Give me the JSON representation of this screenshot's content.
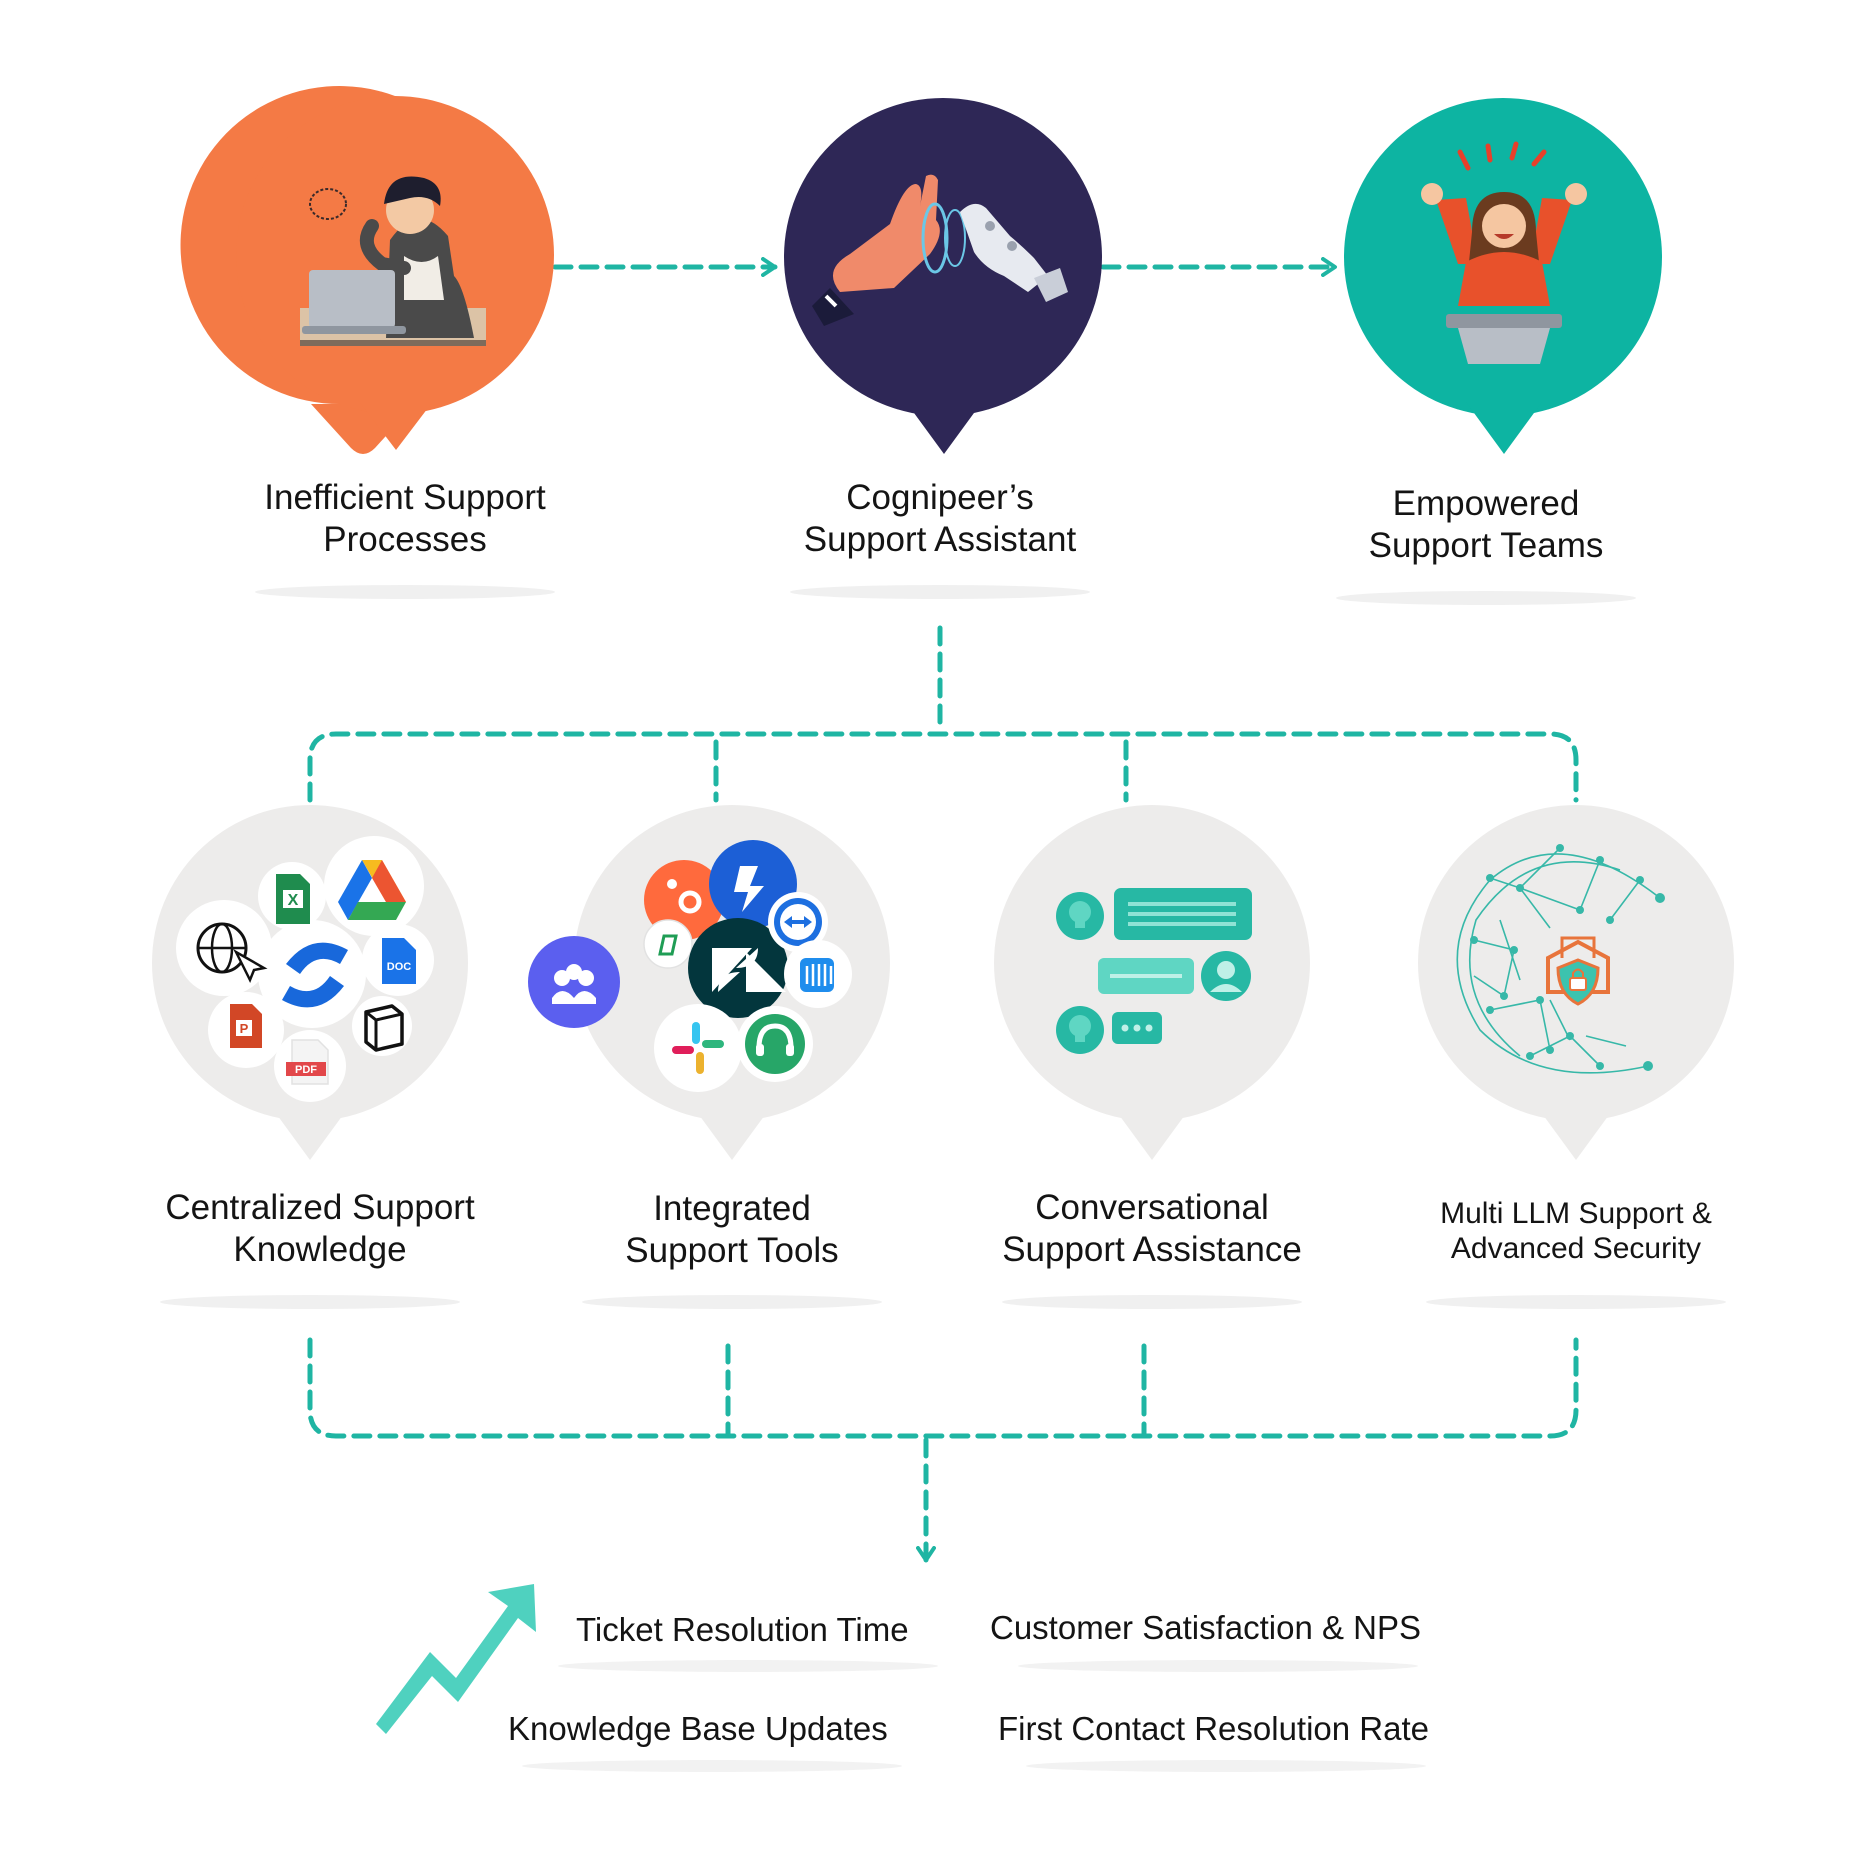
{
  "flow": {
    "stages": [
      {
        "line1": "Inefficient Support",
        "line2": "Processes",
        "color": "#F47A45",
        "icon": "frustrated-person-laptop-icon"
      },
      {
        "line1": "Cognipeer’s",
        "line2": "Support Assistant",
        "color": "#2E2756",
        "icon": "human-robot-hands-icon"
      },
      {
        "line1": "Empowered",
        "line2": "Support Teams",
        "color": "#0DB4A2",
        "icon": "happy-person-laptop-icon"
      }
    ]
  },
  "features": [
    {
      "line1": "Centralized Support",
      "line2": "Knowledge",
      "icon": "document-sources-cluster-icon"
    },
    {
      "line1": "Integrated",
      "line2": "Support Tools",
      "icon": "support-apps-cluster-icon"
    },
    {
      "line1": "Conversational",
      "line2": "Support Assistance",
      "icon": "chat-bubbles-icon"
    },
    {
      "line1": "Multi LLM Support &",
      "line2": "Advanced Security",
      "icon": "network-shield-lock-icon"
    }
  ],
  "app_icons": {
    "excel": "X",
    "doc": "DOC",
    "pdf": "PDF",
    "ppt": "P"
  },
  "metrics": {
    "icon": "trend-up-arrow-icon",
    "items": [
      "Ticket Resolution Time",
      "Customer Satisfaction & NPS",
      "Knowledge Base Updates",
      "First Contact Resolution Rate"
    ]
  },
  "colors": {
    "connector": "#1FB5A3",
    "feature_bubble": "#EDECEB",
    "accent_teal": "#3CC3AE",
    "accent_orange": "#E8743B"
  }
}
